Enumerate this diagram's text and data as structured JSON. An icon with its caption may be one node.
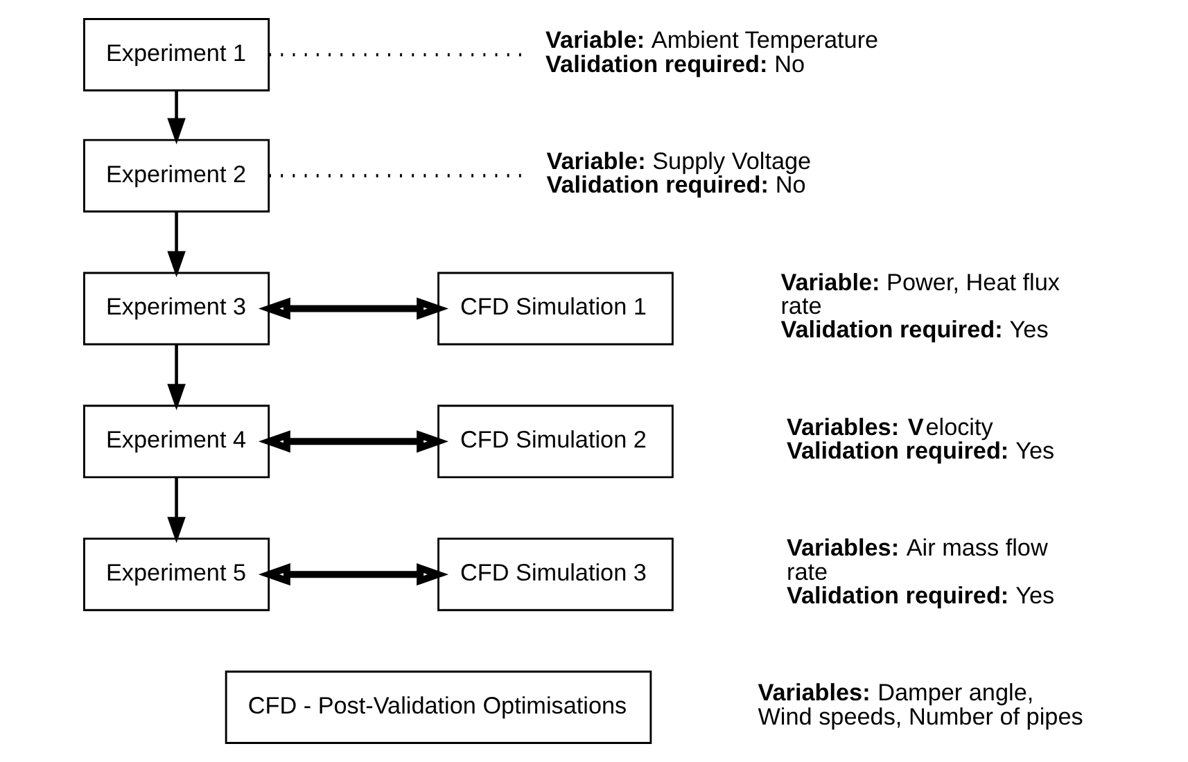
{
  "diagram": {
    "nodes": [
      {
        "text": [
          "Experiment 1"
        ]
      },
      {
        "text": [
          "**Variable:** Ambient Temperature",
          "**Validation required:** No"
        ]
      },
      {
        "text": [
          "Experiment 2"
        ]
      },
      {
        "text": [
          "**Variable:** Supply Voltage",
          "**Validation required:** No"
        ]
      },
      {
        "text": [
          "Experiment 3"
        ]
      },
      {
        "text": [
          "CFD Simulation 1"
        ]
      },
      {
        "text": [
          "Experiment 4"
        ]
      },
      {
        "text": [
          "CFD Simulation 2"
        ]
      },
      {
        "text": [
          "Experiment 5"
        ]
      },
      {
        "text": [
          "CFD Simulation 3"
        ]
      },
      {
        "text": [
          "CFD - Post-Validation Optimisations"
        ]
      }
    ],
    "edges": [
      {
        "from": 0,
        "to": 1,
        "arrow": "none",
        "style": "dashed"
      },
      {
        "from": 2,
        "to": 3,
        "arrow": "none",
        "style": "dashed"
      },
      {
        "from": 0,
        "to": 2,
        "arrow": "to"
      },
      {
        "from": 2,
        "to": 4,
        "arrow": "to"
      },
      {
        "from": 4,
        "to": 6,
        "arrow": "to"
      },
      {
        "from": 6,
        "to": 8,
        "arrow": "to"
      },
      {
        "from": 4,
        "to": 5,
        "arrow": "both",
        "style": "thick"
      },
      {
        "from": 6,
        "to": 7,
        "arrow": "both",
        "style": "thick"
      },
      {
        "from": 8,
        "to": 9,
        "arrow": "both",
        "style": "thick"
      }
    ],
    "labels": [
      "**Variable:** Power, Heat flux rate",
      "**Validation required:** Yes",
      "**Variables:** **V**elocity",
      "**Validation required:** Yes",
      "**Variables:** Air mass flow rate",
      "**Validation required:** Yes",
      "**Variables:** Damper angle, Wind speeds, Number of pipes"
    ]
  }
}
